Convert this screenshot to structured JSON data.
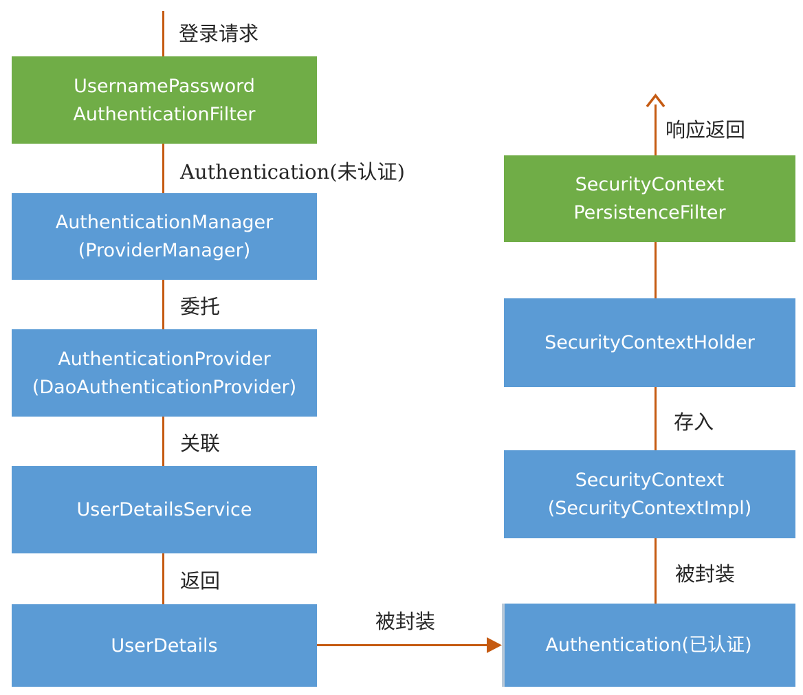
{
  "labels": {
    "login_request": "登录请求",
    "unauthenticated": "Authentication(未认证)",
    "delegate": "委托",
    "associate": "关联",
    "return": "返回",
    "wrapped_horizontal": "被封装",
    "response_return": "响应返回",
    "store_into": "存入",
    "wrapped_vertical": "被封装"
  },
  "boxes": {
    "upaf": {
      "line1": "UsernamePassword",
      "line2": "AuthenticationFilter"
    },
    "manager": {
      "line1": "AuthenticationManager",
      "line2": "(ProviderManager)"
    },
    "provider": {
      "line1": "AuthenticationProvider",
      "line2": "(DaoAuthenticationProvider)"
    },
    "uds": {
      "line1": "UserDetailsService"
    },
    "userdetails": {
      "line1": "UserDetails"
    },
    "authenticated": {
      "line1": "Authentication(已认证)"
    },
    "context": {
      "line1": "SecurityContext",
      "line2": "(SecurityContextImpl)"
    },
    "holder": {
      "line1": "SecurityContextHolder"
    },
    "persistence": {
      "line1": "SecurityContext",
      "line2": "PersistenceFilter"
    }
  },
  "colors": {
    "filter_box": "#70ad47",
    "component_box": "#5b9bd5",
    "connector": "#c55a11"
  }
}
